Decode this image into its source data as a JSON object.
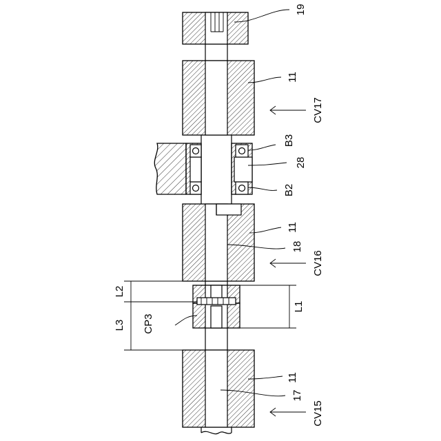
{
  "labels": {
    "collar_top": "19",
    "block_upper": "11",
    "block_middle": "11",
    "block_lower": "11",
    "cv_upper": "CV17",
    "cv_middle": "CV16",
    "cv_lower": "CV15",
    "bearing_upper": "B3",
    "bearing_lower": "B2",
    "housing": "28",
    "shaft_upper": "18",
    "shaft_lower": "17",
    "coupling": "CP3",
    "dim_l1": "L1",
    "dim_l2": "L2",
    "dim_l3": "L3"
  },
  "colors": {
    "line": "#000000",
    "background": "#ffffff"
  }
}
